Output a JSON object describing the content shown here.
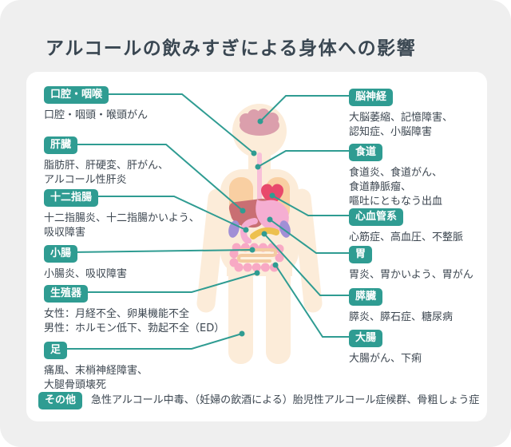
{
  "title": "アルコールの飲みすぎによる身体への影響",
  "labels": {
    "left": [
      {
        "badge": "口腔・咽喉",
        "desc": "口腔・咽頭・喉頭がん"
      },
      {
        "badge": "肝臓",
        "desc": "脂肪肝、肝硬変、肝がん、\nアルコール性肝炎"
      },
      {
        "badge": "十二指腸",
        "desc": "十二指腸炎、十二指腸かいよう、\n吸収障害"
      },
      {
        "badge": "小腸",
        "desc": "小腸炎、吸収障害"
      },
      {
        "badge": "生殖器",
        "desc": "女性：月経不全、卵巣機能不全\n男性：ホルモン低下、勃起不全（ED）"
      },
      {
        "badge": "足",
        "desc": "痛風、末梢神経障害、\n大腿骨頭壊死"
      }
    ],
    "right": [
      {
        "badge": "脳神経",
        "desc": "大脳萎縮、記憶障害、\n認知症、小脳障害"
      },
      {
        "badge": "食道",
        "desc": "食道炎、食道がん、\n食道静脈瘤、\n嘔吐にともなう出血"
      },
      {
        "badge": "心血管系",
        "desc": "心筋症、高血圧、不整脈"
      },
      {
        "badge": "胃",
        "desc": "胃炎、胃かいよう、胃がん"
      },
      {
        "badge": "膵臓",
        "desc": "膵炎、膵石症、糖尿病"
      },
      {
        "badge": "大腸",
        "desc": "大腸がん、下痢"
      }
    ],
    "other": {
      "badge": "その他",
      "desc": "急性アルコール中毒、（妊婦の飲酒による）胎児性アルコール症候群、骨粗しょう症"
    }
  },
  "colors": {
    "accent": "#2f9c92",
    "title-text": "#3a4752",
    "body-text": "#3c4650",
    "page-bg": "#efefef",
    "card-bg": "#ffffff",
    "skin": "#fcecd9",
    "lungs": "#f9cfa2",
    "brain": "#db9fac",
    "heart": "#e8486b",
    "liver": "#c96f73",
    "stomach": "#f5aed2",
    "kidney": "#a18fd6",
    "pancreas": "#edc04e",
    "intestine-large": "#f8a9c4",
    "intestine-small": "#f3cba1",
    "intestine-bg": "#fdf2e2",
    "esophagus": "#f8c0d8"
  }
}
